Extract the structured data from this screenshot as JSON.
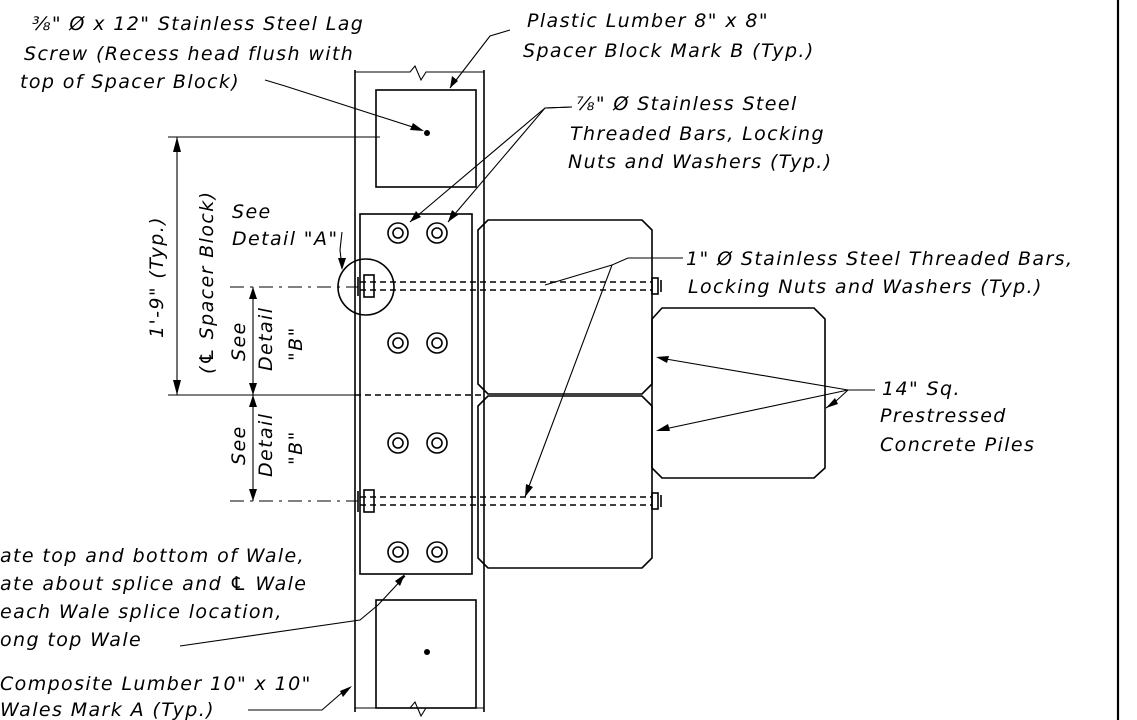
{
  "notes": {
    "lag_screw": [
      "⅜\" Ø x 12\" Stainless Steel Lag",
      "Screw (Recess head flush with",
      "top of Spacer Block)"
    ],
    "spacer_block": [
      "Plastic Lumber 8\" x 8\"",
      "Spacer Block Mark B (Typ.)"
    ],
    "threaded_bars_78": [
      "⅞\" Ø Stainless Steel",
      "Threaded Bars, Locking",
      "Nuts and Washers (Typ.)"
    ],
    "threaded_bars_1": [
      "1\" Ø Stainless Steel Threaded Bars,",
      "Locking Nuts and Washers (Typ.)"
    ],
    "piles": [
      "14\" Sq.",
      "Prestressed",
      "Concrete Piles"
    ],
    "splice": [
      "ate top and bottom of Wale,",
      "ate about splice and ℄ Wale",
      "each Wale splice location,",
      "ong top Wale"
    ],
    "wales": [
      "Composite Lumber 10\" x 10\"",
      "Wales  Mark A (Typ.)"
    ],
    "detail_a": [
      "See",
      "Detail \"A\""
    ]
  },
  "dimensions": {
    "spacing": "1'-9\" (Typ.)",
    "spacer_cl": "(℄ Spacer Block)",
    "detail_b": [
      "See",
      "Detail",
      "\"B\""
    ]
  }
}
